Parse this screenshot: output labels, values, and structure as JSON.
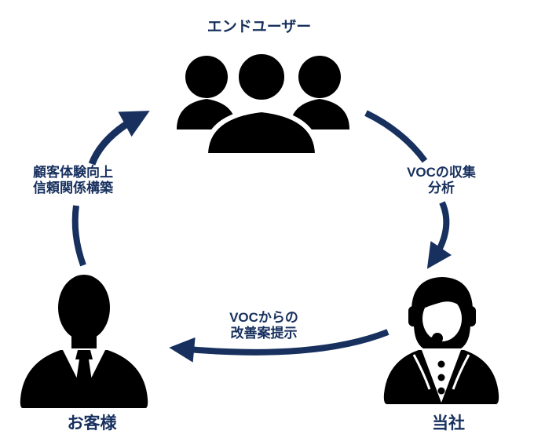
{
  "diagram": {
    "type": "cycle",
    "background": "#FFFFFF",
    "colors": {
      "accent_navy": "#17305E",
      "icon_black": "#000000"
    },
    "nodes": [
      {
        "id": "end-user",
        "label": "エンドユーザー",
        "icon": "end-users-group-icon",
        "position": "top-center"
      },
      {
        "id": "customer",
        "label": "お客様",
        "icon": "businessman-icon",
        "position": "bottom-left"
      },
      {
        "id": "company",
        "label": "当社",
        "icon": "call-center-operator-icon",
        "position": "bottom-right"
      }
    ],
    "arrows": [
      {
        "id": "voc-collection",
        "from": "エンドユーザー",
        "to": "当社",
        "label_line1": "VOCの収集",
        "label_line2": "分析",
        "side": "right"
      },
      {
        "id": "improvement-proposal",
        "from": "当社",
        "to": "お客様",
        "label_line1": "VOCからの",
        "label_line2": "改善案提示",
        "side": "bottom"
      },
      {
        "id": "customer-experience",
        "from": "お客様",
        "to": "エンドユーザー",
        "label_line1": "顧客体験向上",
        "label_line2": "信頼関係構築",
        "side": "left"
      }
    ]
  }
}
